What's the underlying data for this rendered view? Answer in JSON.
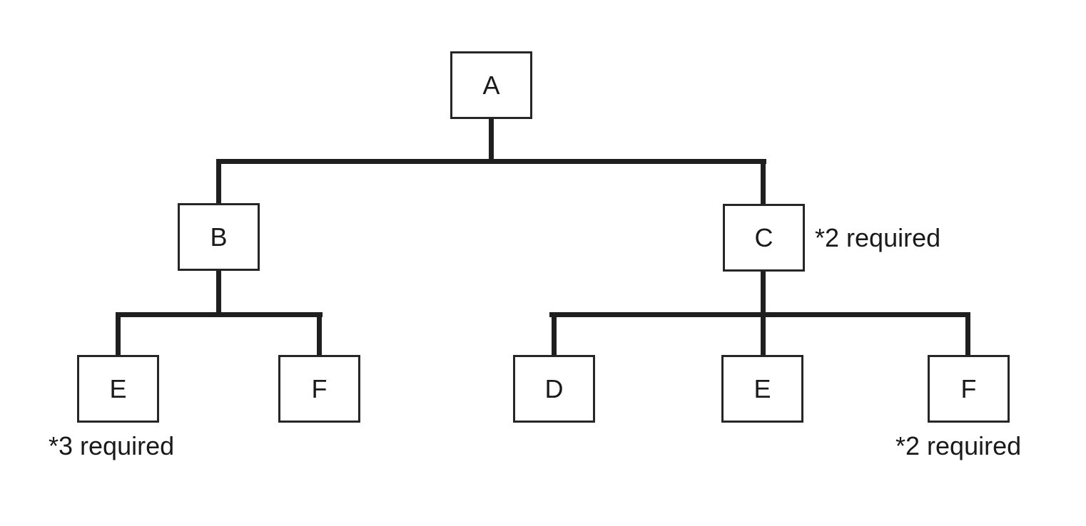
{
  "diagram": {
    "type": "tree",
    "background_color": "#ffffff",
    "line_color": "#1f1f1f",
    "text_color": "#1a1a1a",
    "nodes": {
      "a": {
        "label": "A"
      },
      "b": {
        "label": "B"
      },
      "c": {
        "label": "C"
      },
      "e1": {
        "label": "E"
      },
      "f1": {
        "label": "F"
      },
      "d": {
        "label": "D"
      },
      "e2": {
        "label": "E"
      },
      "f2": {
        "label": "F"
      }
    },
    "edges": [
      {
        "from": "A",
        "to": "B"
      },
      {
        "from": "A",
        "to": "C"
      },
      {
        "from": "B",
        "to": "E"
      },
      {
        "from": "B",
        "to": "F"
      },
      {
        "from": "C",
        "to": "D"
      },
      {
        "from": "C",
        "to": "E"
      },
      {
        "from": "C",
        "to": "F"
      }
    ],
    "annotations": {
      "c_note": "*2 required",
      "e1_note": "*3 required",
      "f2_note": "*2 required"
    }
  }
}
